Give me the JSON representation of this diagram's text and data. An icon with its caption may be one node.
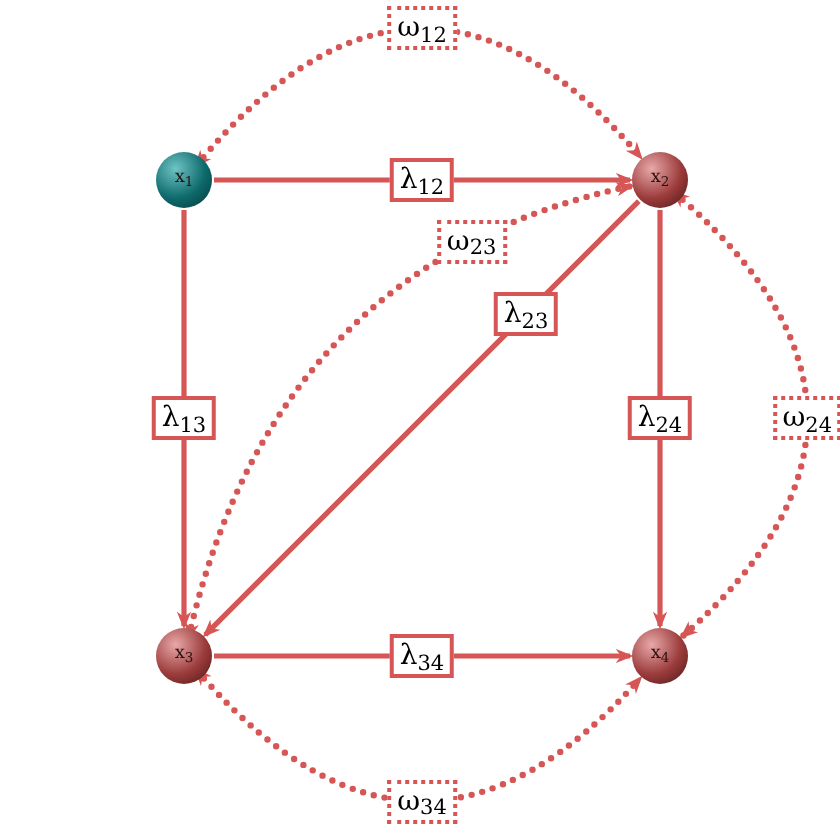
{
  "diagram": {
    "nodes": [
      {
        "text": [
          "x$_{1}$"
        ]
      },
      {
        "text": [
          "x$_{2}$"
        ]
      },
      {
        "text": [
          "x$_{3}$"
        ]
      },
      {
        "text": [
          "x$_{4}$"
        ]
      }
    ],
    "edges": [
      {
        "from": 0,
        "to": 1,
        "arrow": "to",
        "label": "λ$_{12}$"
      },
      {
        "from": 0,
        "to": 2,
        "arrow": "to",
        "label": "λ$_{13}$"
      },
      {
        "from": 1,
        "to": 2,
        "arrow": "to",
        "label": "λ$_{23}$"
      },
      {
        "from": 1,
        "to": 3,
        "arrow": "to",
        "label": "λ$_{24}$"
      },
      {
        "from": 2,
        "to": 3,
        "arrow": "to",
        "label": "λ$_{34}$"
      },
      {
        "from": 0,
        "to": 1,
        "arrow": "both",
        "label": "ω$_{12}$",
        "style": "dashed"
      },
      {
        "from": 2,
        "to": 1,
        "arrow": "both",
        "label": "ω$_{23}$",
        "style": "dashed"
      },
      {
        "from": 1,
        "to": 3,
        "arrow": "both",
        "label": "ω$_{24}$",
        "style": "dashed"
      },
      {
        "from": 2,
        "to": 3,
        "arrow": "both",
        "label": "ω$_{34}$",
        "style": "dashed"
      }
    ]
  }
}
